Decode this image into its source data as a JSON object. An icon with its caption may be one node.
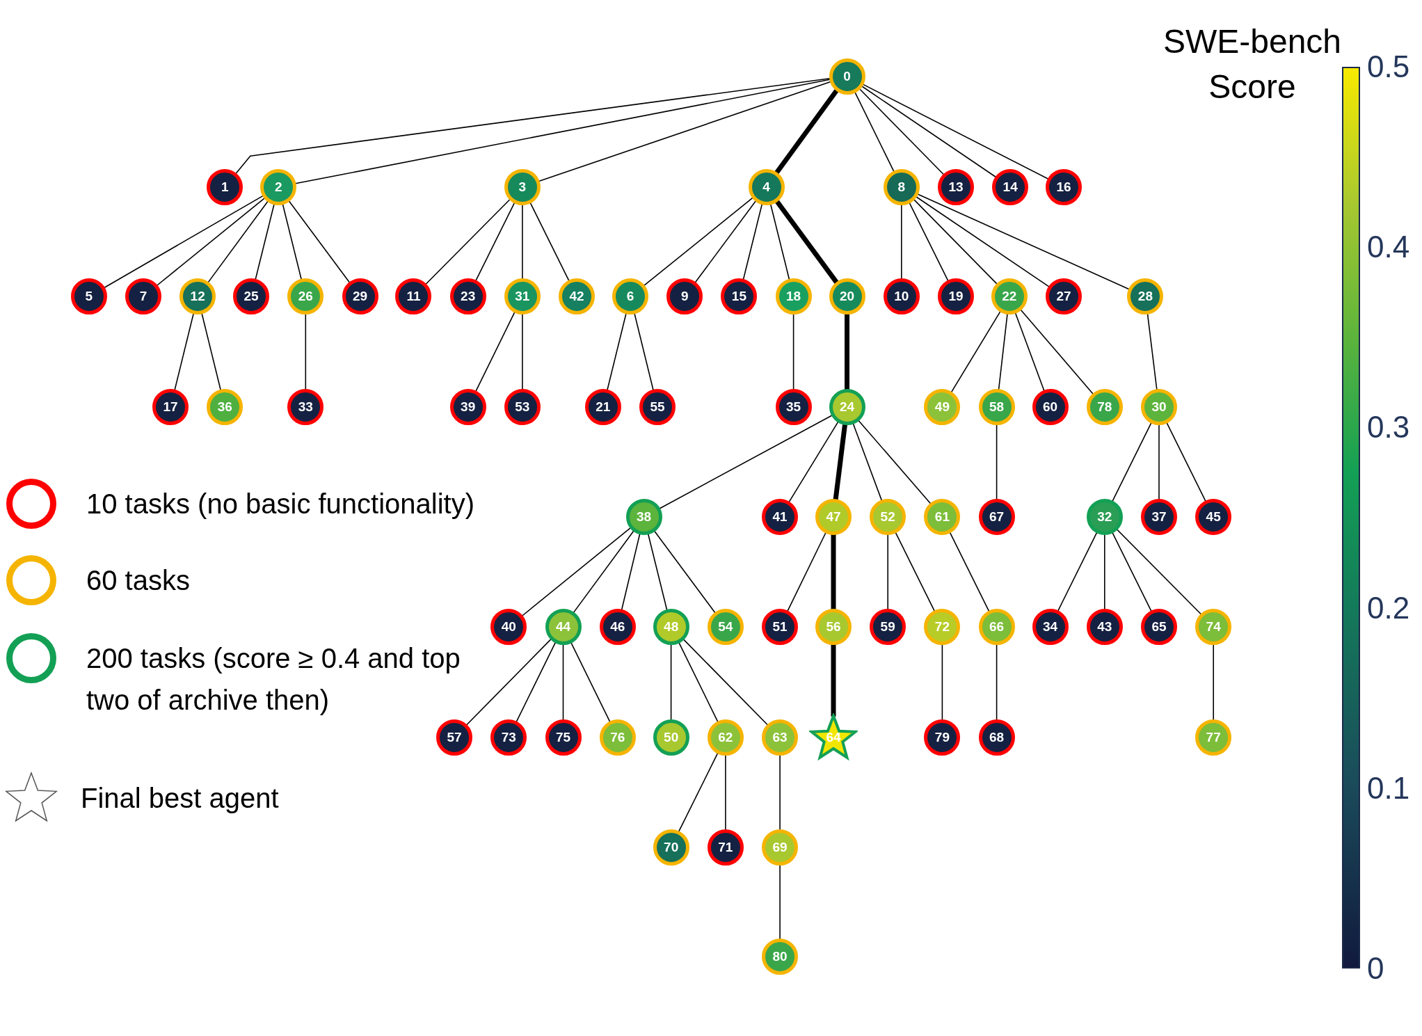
{
  "diagram": {
    "nodes": [
      {
        "text": [
          "0"
        ]
      },
      {
        "text": [
          "1"
        ]
      },
      {
        "text": [
          "2"
        ]
      },
      {
        "text": [
          "3"
        ]
      },
      {
        "text": [
          "4"
        ]
      },
      {
        "text": [
          "8"
        ]
      },
      {
        "text": [
          "13"
        ]
      },
      {
        "text": [
          "14"
        ]
      },
      {
        "text": [
          "16"
        ]
      },
      {
        "text": [
          "5"
        ]
      },
      {
        "text": [
          "7"
        ]
      },
      {
        "text": [
          "12"
        ]
      },
      {
        "text": [
          "25"
        ]
      },
      {
        "text": [
          "26"
        ]
      },
      {
        "text": [
          "29"
        ]
      },
      {
        "text": [
          "11"
        ]
      },
      {
        "text": [
          "23"
        ]
      },
      {
        "text": [
          "31"
        ]
      },
      {
        "text": [
          "42"
        ]
      },
      {
        "text": [
          "6"
        ]
      },
      {
        "text": [
          "9"
        ]
      },
      {
        "text": [
          "15"
        ]
      },
      {
        "text": [
          "18"
        ]
      },
      {
        "text": [
          "20"
        ]
      },
      {
        "text": [
          "10"
        ]
      },
      {
        "text": [
          "19"
        ]
      },
      {
        "text": [
          "22"
        ]
      },
      {
        "text": [
          "27"
        ]
      },
      {
        "text": [
          "28"
        ]
      },
      {
        "text": [
          "17"
        ]
      },
      {
        "text": [
          "36"
        ]
      },
      {
        "text": [
          "33"
        ]
      },
      {
        "text": [
          "39"
        ]
      },
      {
        "text": [
          "53"
        ]
      },
      {
        "text": [
          "21"
        ]
      },
      {
        "text": [
          "55"
        ]
      },
      {
        "text": [
          "35"
        ]
      },
      {
        "text": [
          "24"
        ]
      },
      {
        "text": [
          "49"
        ]
      },
      {
        "text": [
          "58"
        ]
      },
      {
        "text": [
          "60"
        ]
      },
      {
        "text": [
          "78"
        ]
      },
      {
        "text": [
          "30"
        ]
      },
      {
        "text": [
          "38"
        ]
      },
      {
        "text": [
          "41"
        ]
      },
      {
        "text": [
          "47"
        ]
      },
      {
        "text": [
          "52"
        ]
      },
      {
        "text": [
          "61"
        ]
      },
      {
        "text": [
          "67"
        ]
      },
      {
        "text": [
          "32"
        ]
      },
      {
        "text": [
          "37"
        ]
      },
      {
        "text": [
          "45"
        ]
      },
      {
        "text": [
          "40"
        ]
      },
      {
        "text": [
          "44"
        ]
      },
      {
        "text": [
          "46"
        ]
      },
      {
        "text": [
          "48"
        ]
      },
      {
        "text": [
          "54"
        ]
      },
      {
        "text": [
          "51"
        ]
      },
      {
        "text": [
          "56"
        ]
      },
      {
        "text": [
          "59"
        ]
      },
      {
        "text": [
          "72"
        ]
      },
      {
        "text": [
          "66"
        ]
      },
      {
        "text": [
          "34"
        ]
      },
      {
        "text": [
          "43"
        ]
      },
      {
        "text": [
          "65"
        ]
      },
      {
        "text": [
          "74"
        ]
      },
      {
        "text": [
          "57"
        ]
      },
      {
        "text": [
          "73"
        ]
      },
      {
        "text": [
          "75"
        ]
      },
      {
        "text": [
          "76"
        ]
      },
      {
        "text": [
          "50"
        ]
      },
      {
        "text": [
          "62"
        ]
      },
      {
        "text": [
          "63"
        ]
      },
      {
        "text": [
          "64"
        ]
      },
      {
        "text": [
          "79"
        ]
      },
      {
        "text": [
          "68"
        ]
      },
      {
        "text": [
          "77"
        ]
      },
      {
        "text": [
          "70"
        ]
      },
      {
        "text": [
          "71"
        ]
      },
      {
        "text": [
          "69"
        ]
      },
      {
        "text": [
          "80"
        ]
      }
    ],
    "edges": [
      {
        "from": 0,
        "to": 1,
        "arrow": "none"
      },
      {
        "from": 0,
        "to": 2,
        "arrow": "none"
      },
      {
        "from": 0,
        "to": 3,
        "arrow": "none"
      },
      {
        "from": 0,
        "to": 4,
        "arrow": "none",
        "style": "thick"
      },
      {
        "from": 0,
        "to": 5,
        "arrow": "none"
      },
      {
        "from": 0,
        "to": 6,
        "arrow": "none"
      },
      {
        "from": 0,
        "to": 7,
        "arrow": "none"
      },
      {
        "from": 0,
        "to": 8,
        "arrow": "none"
      },
      {
        "from": 2,
        "to": 9,
        "arrow": "none"
      },
      {
        "from": 2,
        "to": 10,
        "arrow": "none"
      },
      {
        "from": 2,
        "to": 11,
        "arrow": "none"
      },
      {
        "from": 2,
        "to": 12,
        "arrow": "none"
      },
      {
        "from": 2,
        "to": 13,
        "arrow": "none"
      },
      {
        "from": 2,
        "to": 14,
        "arrow": "none"
      },
      {
        "from": 11,
        "to": 29,
        "arrow": "none"
      },
      {
        "from": 11,
        "to": 30,
        "arrow": "none"
      },
      {
        "from": 13,
        "to": 31,
        "arrow": "none"
      },
      {
        "from": 3,
        "to": 15,
        "arrow": "none"
      },
      {
        "from": 3,
        "to": 16,
        "arrow": "none"
      },
      {
        "from": 3,
        "to": 17,
        "arrow": "none"
      },
      {
        "from": 3,
        "to": 18,
        "arrow": "none"
      },
      {
        "from": 17,
        "to": 32,
        "arrow": "none"
      },
      {
        "from": 17,
        "to": 33,
        "arrow": "none"
      },
      {
        "from": 4,
        "to": 19,
        "arrow": "none"
      },
      {
        "from": 4,
        "to": 20,
        "arrow": "none"
      },
      {
        "from": 4,
        "to": 21,
        "arrow": "none"
      },
      {
        "from": 4,
        "to": 22,
        "arrow": "none"
      },
      {
        "from": 4,
        "to": 23,
        "arrow": "none",
        "style": "thick"
      },
      {
        "from": 19,
        "to": 34,
        "arrow": "none"
      },
      {
        "from": 19,
        "to": 35,
        "arrow": "none"
      },
      {
        "from": 22,
        "to": 36,
        "arrow": "none"
      },
      {
        "from": 23,
        "to": 37,
        "arrow": "none",
        "style": "thick"
      },
      {
        "from": 5,
        "to": 24,
        "arrow": "none"
      },
      {
        "from": 5,
        "to": 25,
        "arrow": "none"
      },
      {
        "from": 5,
        "to": 26,
        "arrow": "none"
      },
      {
        "from": 5,
        "to": 27,
        "arrow": "none"
      },
      {
        "from": 5,
        "to": 28,
        "arrow": "none"
      },
      {
        "from": 26,
        "to": 38,
        "arrow": "none"
      },
      {
        "from": 26,
        "to": 39,
        "arrow": "none"
      },
      {
        "from": 26,
        "to": 40,
        "arrow": "none"
      },
      {
        "from": 26,
        "to": 41,
        "arrow": "none"
      },
      {
        "from": 39,
        "to": 48,
        "arrow": "none"
      },
      {
        "from": 28,
        "to": 42,
        "arrow": "none"
      },
      {
        "from": 42,
        "to": 49,
        "arrow": "none"
      },
      {
        "from": 42,
        "to": 50,
        "arrow": "none"
      },
      {
        "from": 42,
        "to": 51,
        "arrow": "none"
      },
      {
        "from": 49,
        "to": 62,
        "arrow": "none"
      },
      {
        "from": 49,
        "to": 63,
        "arrow": "none"
      },
      {
        "from": 49,
        "to": 64,
        "arrow": "none"
      },
      {
        "from": 49,
        "to": 65,
        "arrow": "none"
      },
      {
        "from": 65,
        "to": 76,
        "arrow": "none"
      },
      {
        "from": 37,
        "to": 43,
        "arrow": "none"
      },
      {
        "from": 37,
        "to": 44,
        "arrow": "none"
      },
      {
        "from": 37,
        "to": 45,
        "arrow": "none",
        "style": "thick"
      },
      {
        "from": 37,
        "to": 46,
        "arrow": "none"
      },
      {
        "from": 37,
        "to": 47,
        "arrow": "none"
      },
      {
        "from": 43,
        "to": 52,
        "arrow": "none"
      },
      {
        "from": 43,
        "to": 53,
        "arrow": "none"
      },
      {
        "from": 43,
        "to": 54,
        "arrow": "none"
      },
      {
        "from": 43,
        "to": 55,
        "arrow": "none"
      },
      {
        "from": 43,
        "to": 56,
        "arrow": "none"
      },
      {
        "from": 53,
        "to": 66,
        "arrow": "none"
      },
      {
        "from": 53,
        "to": 67,
        "arrow": "none"
      },
      {
        "from": 53,
        "to": 68,
        "arrow": "none"
      },
      {
        "from": 53,
        "to": 69,
        "arrow": "none"
      },
      {
        "from": 55,
        "to": 70,
        "arrow": "none"
      },
      {
        "from": 55,
        "to": 71,
        "arrow": "none"
      },
      {
        "from": 55,
        "to": 72,
        "arrow": "none"
      },
      {
        "from": 71,
        "to": 77,
        "arrow": "none"
      },
      {
        "from": 71,
        "to": 78,
        "arrow": "none"
      },
      {
        "from": 72,
        "to": 79,
        "arrow": "none"
      },
      {
        "from": 79,
        "to": 80,
        "arrow": "none"
      },
      {
        "from": 45,
        "to": 57,
        "arrow": "none"
      },
      {
        "from": 45,
        "to": 58,
        "arrow": "none",
        "style": "thick"
      },
      {
        "from": 58,
        "to": 73,
        "arrow": "none",
        "style": "thick"
      },
      {
        "from": 46,
        "to": 59,
        "arrow": "none"
      },
      {
        "from": 46,
        "to": 60,
        "arrow": "none"
      },
      {
        "from": 60,
        "to": 74,
        "arrow": "none"
      },
      {
        "from": 47,
        "to": 61,
        "arrow": "none"
      },
      {
        "from": 61,
        "to": 75,
        "arrow": "none"
      }
    ],
    "labels": [
      "SWE-bench Score",
      "0.5",
      "0.4",
      "0.3",
      "0.2",
      "0.1",
      "0"
    ],
    "legend": [
      {
        "text": "10 tasks (no basic functionality)",
        "color": "#ff0000"
      },
      {
        "text": "60 tasks",
        "color": "#f5b400"
      },
      {
        "text": "200 tasks (score ≥ 0.4 and top two of archive then)",
        "color": "#13a055"
      },
      {
        "text": "Final best agent"
      }
    ]
  }
}
